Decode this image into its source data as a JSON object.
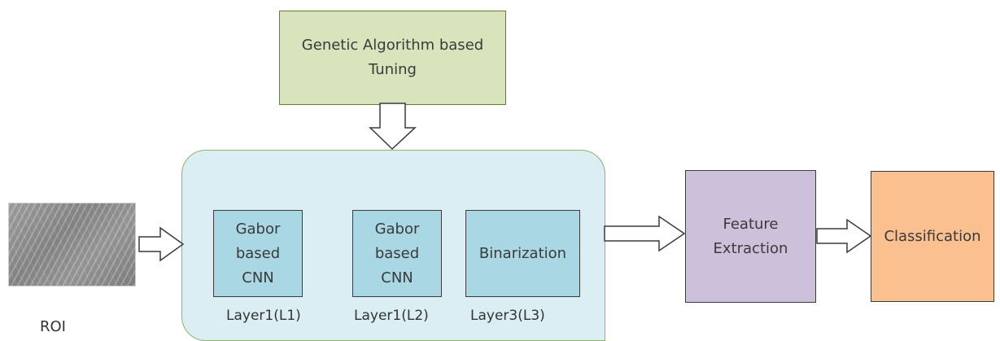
{
  "nodes": {
    "ga": "Genetic Algorithm based Tuning",
    "layer1_text": "Gabor based CNN",
    "layer2_text": "Gabor based CNN",
    "layer3_text": "Binarization",
    "feature": "Feature Extraction",
    "classification": "Classification"
  },
  "labels": {
    "layer1": "Layer1(L1)",
    "layer2": "Layer1(L2)",
    "layer3": "Layer3(L3)",
    "roi": "ROI"
  },
  "colors": {
    "ga_fill": "#d8e4bc",
    "container_fill": "#dbeef3",
    "layer_fill": "#a9d7e3",
    "feature_fill": "#ccc0da",
    "classification_fill": "#fac090"
  }
}
